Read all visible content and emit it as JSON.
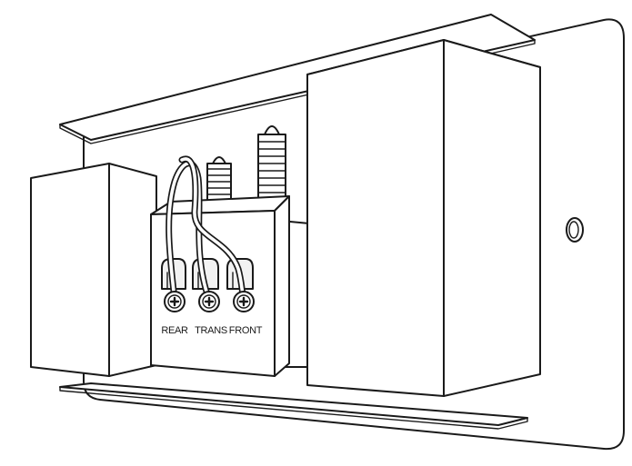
{
  "diagram": {
    "terminals": [
      {
        "id": "rear",
        "label": "REAR"
      },
      {
        "id": "trans",
        "label": "TRANS"
      },
      {
        "id": "front",
        "label": "FRONT"
      }
    ],
    "line_color": "#1a1a1a",
    "fill_color": "#ffffff"
  }
}
